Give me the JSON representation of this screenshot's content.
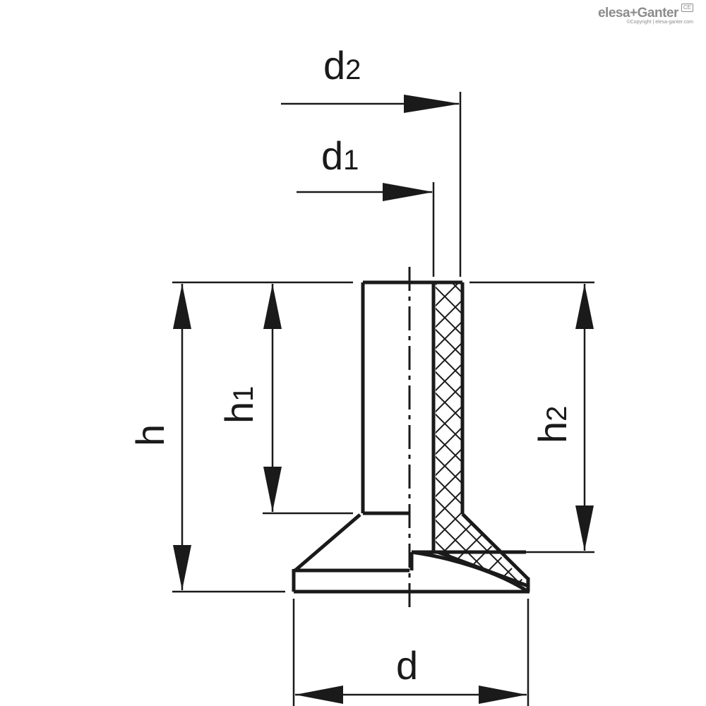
{
  "labels": {
    "d2": {
      "main": "d",
      "sub": "2"
    },
    "d1": {
      "main": "d",
      "sub": "1"
    },
    "h": {
      "main": "h"
    },
    "h1": {
      "main": "h",
      "sub": "1"
    },
    "h2": {
      "main": "h",
      "sub": "2"
    },
    "d": {
      "main": "d"
    }
  },
  "brand": {
    "name": "elesa+Ganter",
    "badge": "CE",
    "copyright": "©Copyright | elesa-ganter.com"
  },
  "colors": {
    "line": "#1a1a1a",
    "background": "#ffffff",
    "watermark": "#8c8c8c"
  }
}
